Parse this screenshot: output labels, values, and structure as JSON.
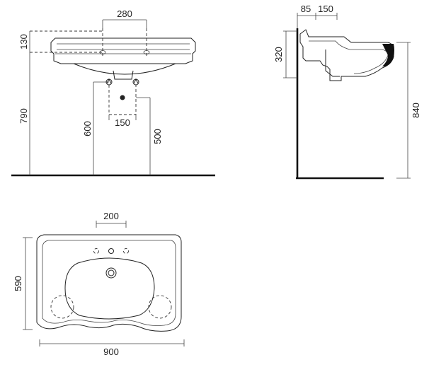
{
  "front_view": {
    "dim_tap_spacing": "280",
    "dim_basin_height": "130",
    "dim_rim_height": "790",
    "dim_supply_height": "600",
    "dim_drain_spacing": "150",
    "dim_drain_height": "500"
  },
  "side_view": {
    "dim_wall_offset": "85",
    "dim_depth_top": "150",
    "dim_basin_depth": "320",
    "dim_total_height": "840"
  },
  "top_view": {
    "dim_tap_holes": "200",
    "dim_depth": "590",
    "dim_width": "900"
  },
  "colors": {
    "line": "#222222",
    "floor": "#111111"
  }
}
